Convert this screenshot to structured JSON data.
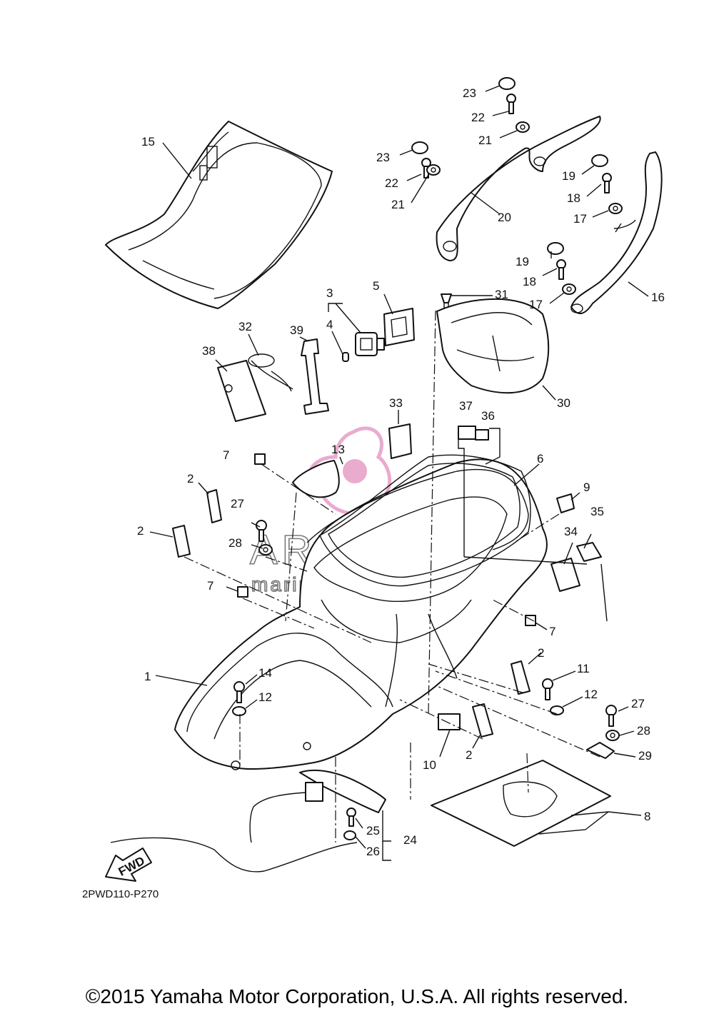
{
  "diagram": {
    "code": "2PWD110-P270",
    "watermark": {
      "brand": "ARMADA",
      "tagline": "marine outboards",
      "accent": "#e7a3c9"
    },
    "callouts": [
      "15",
      "23",
      "22",
      "21",
      "23",
      "22",
      "21",
      "20",
      "19",
      "18",
      "17",
      "19",
      "18",
      "17",
      "16",
      "31",
      "3",
      "5",
      "4",
      "30",
      "32",
      "39",
      "38",
      "33",
      "37",
      "36",
      "7",
      "13",
      "6",
      "9",
      "2",
      "27",
      "35",
      "2",
      "28",
      "34",
      "7",
      "7",
      "1",
      "14",
      "12",
      "2",
      "11",
      "12",
      "27",
      "28",
      "29",
      "10",
      "2",
      "8",
      "25",
      "24",
      "26"
    ]
  },
  "footer": {
    "copyright": "©2015 Yamaha Motor Corporation, U.S.A. All rights reserved."
  },
  "labels": {
    "fwd": "FWD"
  }
}
